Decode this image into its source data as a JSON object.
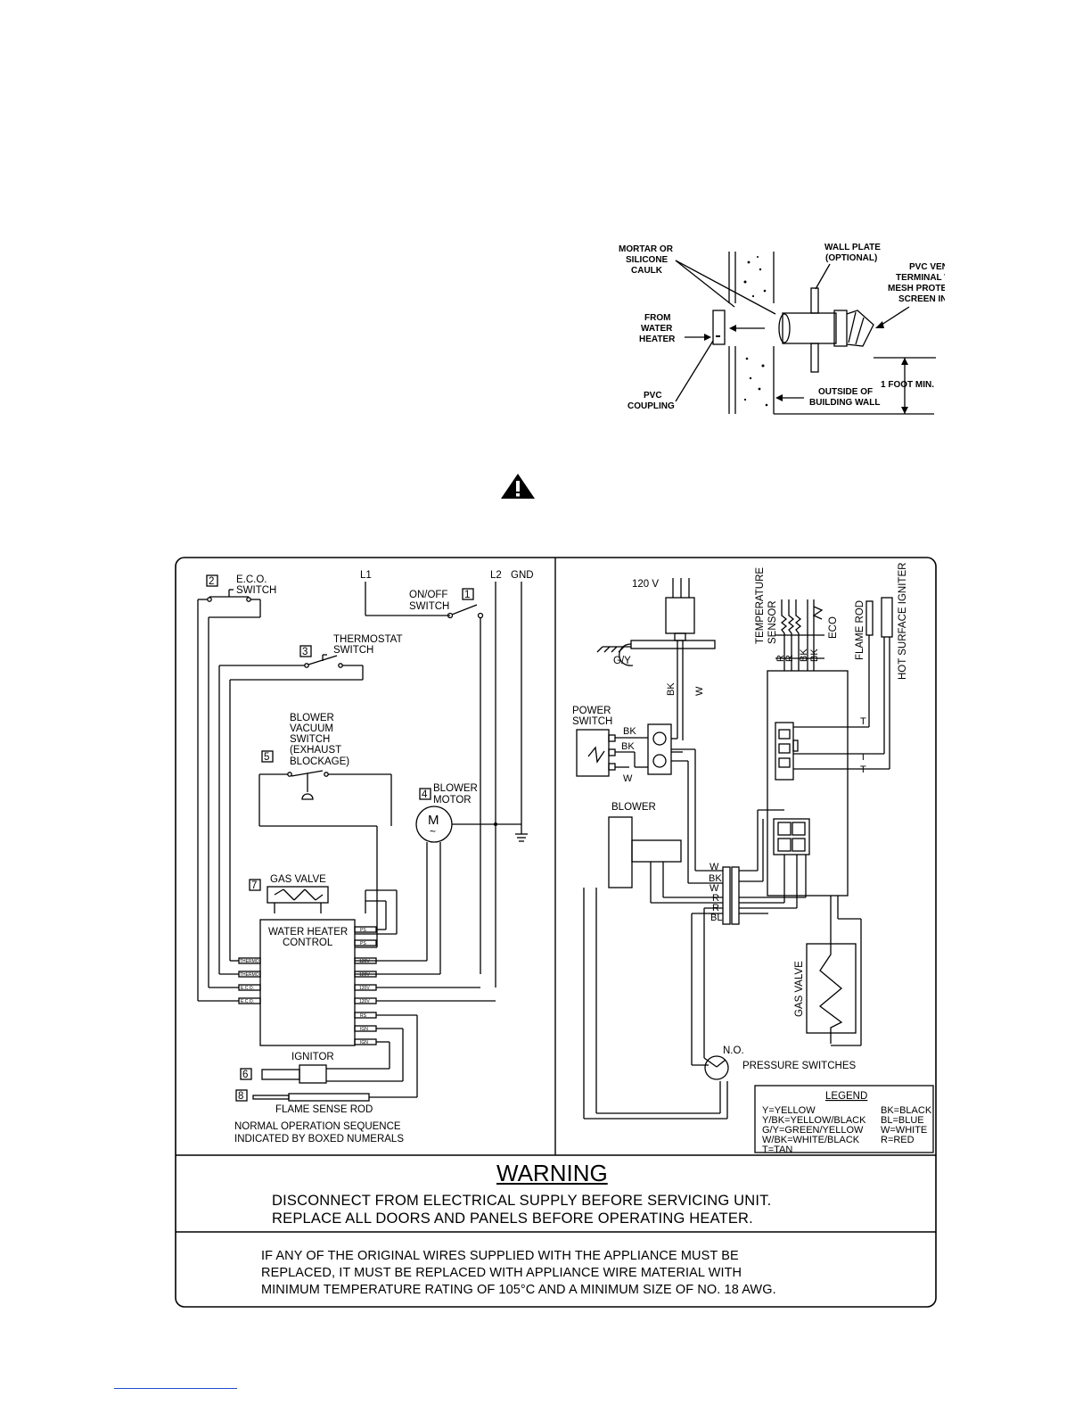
{
  "vent_figure": {
    "labels": {
      "mortar": [
        "MORTAR OR",
        "SILICONE",
        "CAULK"
      ],
      "wall_plate": [
        "WALL PLATE",
        "(OPTIONAL)"
      ],
      "pvc_vent": [
        "PVC VENT",
        "TERMINAL WITH",
        "MESH PROTECTIVE",
        "SCREEN  INSIDE"
      ],
      "from_heater": [
        "FROM",
        "WATER",
        "HEATER"
      ],
      "pvc_coupling": [
        "PVC",
        "COUPLING"
      ],
      "outside_wall": [
        "OUTSIDE OF",
        "BUILDING WALL"
      ],
      "one_foot": "1 FOOT MIN."
    }
  },
  "warning_icon": "warning-triangle-icon",
  "left_panel": {
    "l1": "L1",
    "l2": "L2",
    "gnd": "GND",
    "eco_num": "2",
    "eco_label": [
      "E.C.O.",
      "SWITCH"
    ],
    "onoff_num": "1",
    "onoff_label": [
      "ON/OFF",
      "SWITCH"
    ],
    "thermo_num": "3",
    "thermo_label": [
      "THERMOSTAT",
      "SWITCH"
    ],
    "vacuum_num": "5",
    "vacuum_label": [
      "BLOWER",
      "VACUUM",
      "SWITCH",
      "(EXHAUST",
      "BLOCKAGE)"
    ],
    "motor_num": "4",
    "motor_label": [
      "BLOWER",
      "MOTOR"
    ],
    "motor_symbol": "M",
    "motor_tilde": "~",
    "gasvalve_num": "7",
    "gasvalve_label": "GAS VALVE",
    "control_label": [
      "WATER HEATER",
      "CONTROL"
    ],
    "control_left_pins": [
      "THERMO",
      "THERMO",
      "E.C.O.",
      "E.C.O."
    ],
    "control_right_pins": [
      "PS",
      "PS",
      "120V",
      "120V",
      "120V",
      "120V",
      "RS",
      "IGN",
      "IGN"
    ],
    "ignitor_num": "6",
    "ignitor_label": "IGNITOR",
    "flame_num": "8",
    "flame_label": "FLAME SENSE ROD",
    "sequence_note": [
      "NORMAL OPERATION SEQUENCE",
      "INDICATED BY BOXED NUMERALS"
    ]
  },
  "right_panel": {
    "v120": "120 V",
    "gy": "G/Y",
    "bk": "BK",
    "w": "W",
    "power_switch": [
      "POWER",
      "SWITCH"
    ],
    "ps_wires": [
      "BK",
      "BK",
      "W"
    ],
    "temp_sensor": [
      "TEMPERATURE",
      "SENSOR"
    ],
    "eco": "ECO",
    "flame_rod": "FLAME ROD",
    "hot_surface": "HOT SURFACE IGNITER",
    "sensor_wires": [
      "R",
      "R",
      "BK",
      "BK"
    ],
    "t_labels": [
      "T",
      "T",
      "T"
    ],
    "blower": "BLOWER",
    "harness": [
      "W",
      "BK",
      "W",
      "R",
      "R",
      "BL"
    ],
    "gas_valve": "GAS VALVE",
    "no": "N.O.",
    "pressure_switches": "PRESSURE SWITCHES",
    "legend_title": "LEGEND",
    "legend_left": [
      "Y=YELLOW",
      "Y/BK=YELLOW/BLACK",
      "G/Y=GREEN/YELLOW",
      "W/BK=WHITE/BLACK",
      "T=TAN"
    ],
    "legend_right": [
      "BK=BLACK",
      "BL=BLUE",
      "W=WHITE",
      "R=RED"
    ]
  },
  "warning": {
    "title": "WARNING",
    "lines": [
      "DISCONNECT FROM ELECTRICAL SUPPLY BEFORE SERVICING UNIT.",
      "REPLACE ALL DOORS AND PANELS BEFORE OPERATING HEATER."
    ]
  },
  "wire_note": [
    "IF ANY OF THE ORIGINAL WIRES SUPPLIED WITH THE APPLIANCE MUST BE",
    "REPLACED, IT MUST BE REPLACED WITH APPLIANCE WIRE MATERIAL WITH",
    "MINIMUM TEMPERATURE RATING OF 105°C AND A MINIMUM SIZE OF NO. 18 AWG."
  ]
}
